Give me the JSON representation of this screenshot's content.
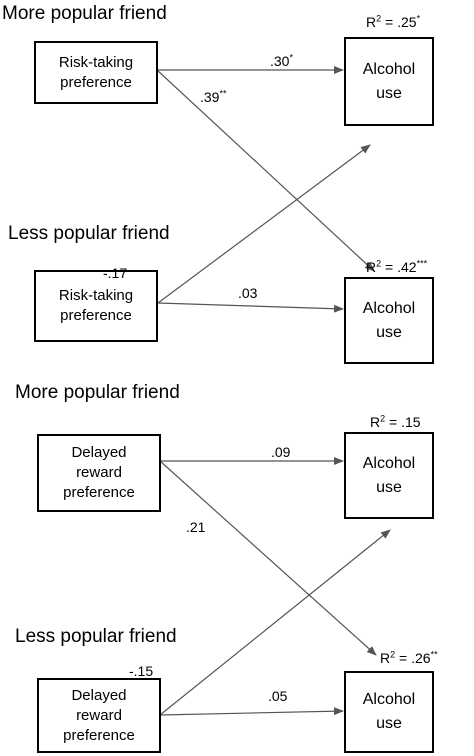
{
  "panel_top": {
    "heading_more": "More popular friend",
    "heading_less": "Less popular friend",
    "predictor_more": [
      "Risk-taking",
      "preference"
    ],
    "predictor_less": [
      "Risk-taking",
      "preference"
    ],
    "outcome_more": [
      "Alcohol",
      "use"
    ],
    "outcome_less": [
      "Alcohol",
      "use"
    ],
    "r2_more": {
      "prefix": "R",
      "sup": "2",
      "value": " = .25",
      "stars": "*"
    },
    "r2_less": {
      "prefix": "R",
      "sup": "2",
      "value": " = .42",
      "stars": "***"
    },
    "coef_more_to_more": {
      "value": ".30",
      "stars": "*"
    },
    "coef_more_to_less": {
      "value": ".39",
      "stars": "**"
    },
    "coef_less_to_more": {
      "value": "-.17",
      "stars": ""
    },
    "coef_less_to_less": {
      "value": ".03",
      "stars": ""
    }
  },
  "panel_bottom": {
    "heading_more": "More popular friend",
    "heading_less": "Less popular friend",
    "predictor_more": [
      "Delayed",
      "reward",
      "preference"
    ],
    "predictor_less": [
      "Delayed",
      "reward",
      "preference"
    ],
    "outcome_more": [
      "Alcohol",
      "use"
    ],
    "outcome_less": [
      "Alcohol",
      "use"
    ],
    "r2_more": {
      "prefix": "R",
      "sup": "2",
      "value": " = .15",
      "stars": ""
    },
    "r2_less": {
      "prefix": "R",
      "sup": "2",
      "value": " = .26",
      "stars": "**"
    },
    "coef_more_to_more": {
      "value": ".09",
      "stars": ""
    },
    "coef_more_to_less": {
      "value": ".21",
      "stars": ""
    },
    "coef_less_to_more": {
      "value": "-.15",
      "stars": ""
    },
    "coef_less_to_less": {
      "value": ".05",
      "stars": ""
    }
  }
}
